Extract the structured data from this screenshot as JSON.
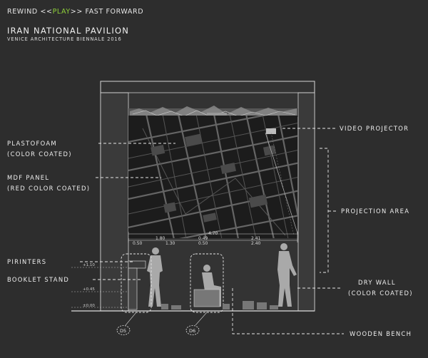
{
  "header": {
    "line1_pre": "REWIND <<",
    "line1_play": "PLAY",
    "line1_post": ">> FAST FORWARD",
    "title": "IRAN NATIONAL PAVILION",
    "subtitle": "VENICE ARCHITECTURE BIENNALE 2016"
  },
  "labels": {
    "plastofoam": "PLASTOFOAM",
    "plastofoam_note": "(COLOR COATED)",
    "mdf": "MDF PANEL",
    "mdf_note": "(RED COLOR COATED)",
    "printers": "PIRINTERS",
    "booklet": "BOOKLET STAND",
    "video": "VIDEO PROJECTOR",
    "projection": "PROJECTION AREA",
    "drywall": "DRY WALL",
    "drywall_note": "(COLOR COATED)",
    "bench": "WOODEN BENCH"
  },
  "dimensions": {
    "total": "4.70",
    "top_a": "1.80",
    "top_b": "0.49",
    "top_c": "2.41",
    "bot_a": "0.50",
    "bot_b": "1.30",
    "bot_c": "0.50",
    "bot_d": "2.40"
  },
  "levels": {
    "l1": "+1.10",
    "l2": "+0.45",
    "l3": "±0.00"
  },
  "tags": {
    "d5": "D5",
    "d6": "D6"
  },
  "colors": {
    "background": "#2d2d2d",
    "accent_play": "#8fd13a",
    "screen": "#1c1c1c",
    "line": "#e0e0e0"
  }
}
